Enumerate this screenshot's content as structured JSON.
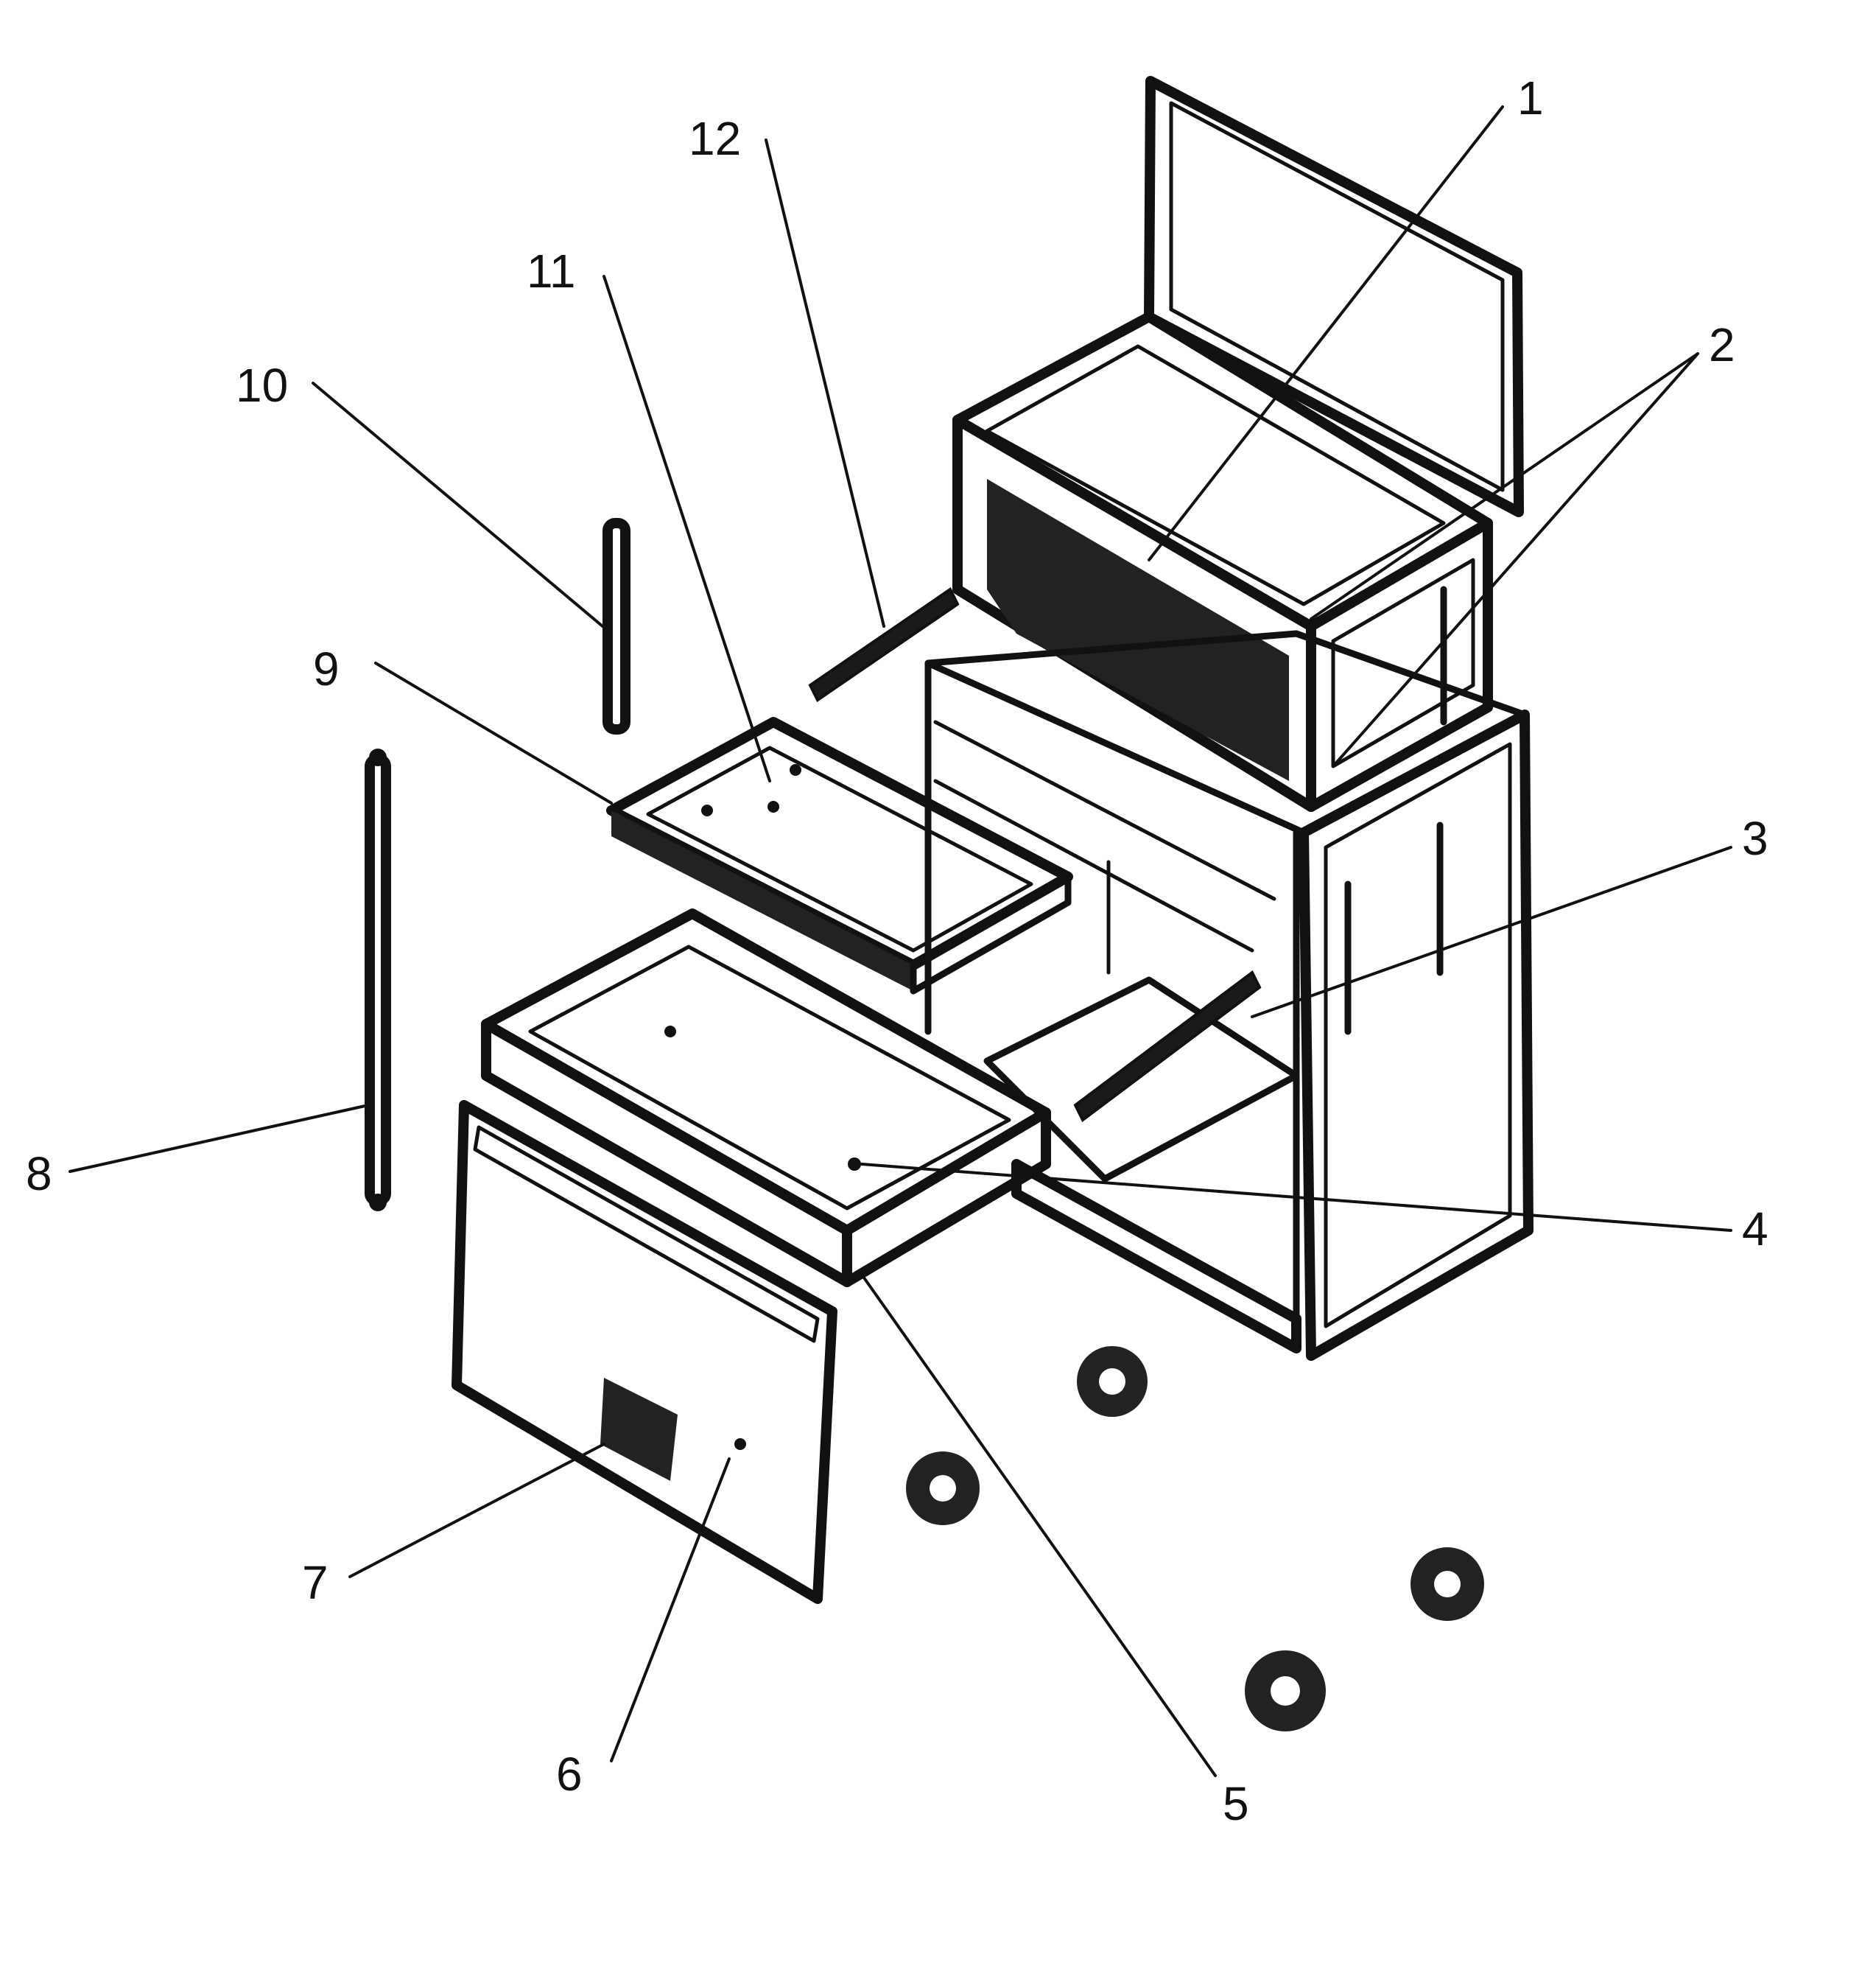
{
  "diagram": {
    "callouts": [
      {
        "id": "c1",
        "text": "1"
      },
      {
        "id": "c2",
        "text": "2"
      },
      {
        "id": "c3",
        "text": "3"
      },
      {
        "id": "c4",
        "text": "4"
      },
      {
        "id": "c5",
        "text": "5"
      },
      {
        "id": "c6",
        "text": "6"
      },
      {
        "id": "c7",
        "text": "7"
      },
      {
        "id": "c8",
        "text": "8"
      },
      {
        "id": "c9",
        "text": "9"
      },
      {
        "id": "c10",
        "text": "10"
      },
      {
        "id": "c11",
        "text": "11"
      },
      {
        "id": "c12",
        "text": "12"
      }
    ]
  },
  "colors": {
    "ink": "#111111",
    "paper": "#ffffff"
  }
}
